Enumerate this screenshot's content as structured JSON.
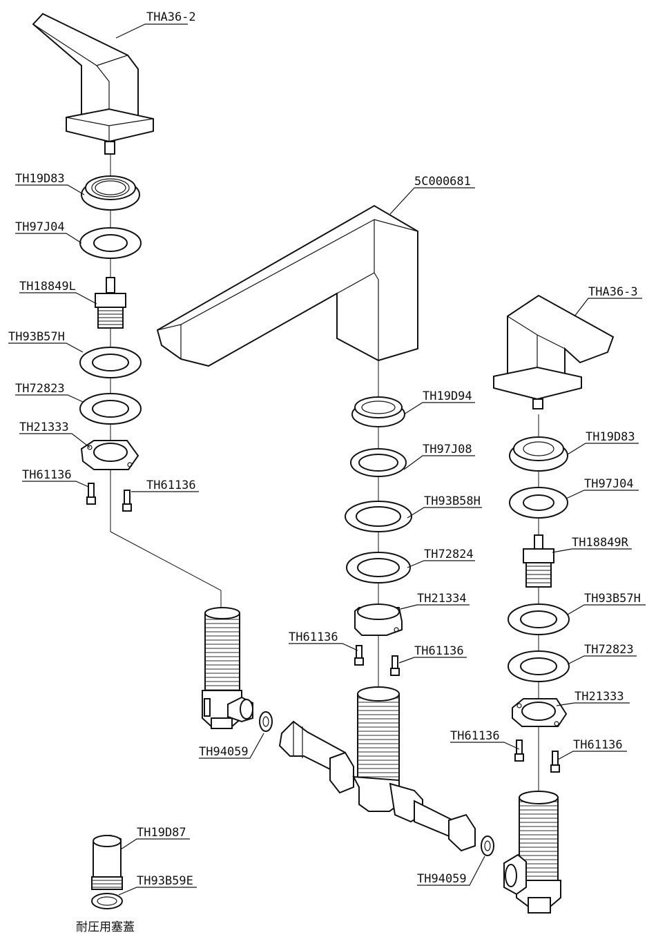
{
  "diagram": {
    "parts": [
      {
        "id": "THA36-2",
        "label": "THA36-2"
      },
      {
        "id": "TH19D83-L",
        "label": "TH19D83"
      },
      {
        "id": "TH97J04-L",
        "label": "TH97J04"
      },
      {
        "id": "TH18849L",
        "label": "TH18849L"
      },
      {
        "id": "TH93B57H-L",
        "label": "TH93B57H"
      },
      {
        "id": "TH72823-L",
        "label": "TH72823"
      },
      {
        "id": "TH21333-L",
        "label": "TH21333"
      },
      {
        "id": "TH61136-L1",
        "label": "TH61136"
      },
      {
        "id": "TH61136-L2",
        "label": "TH61136"
      },
      {
        "id": "5C000681",
        "label": "5C000681"
      },
      {
        "id": "TH19D94",
        "label": "TH19D94"
      },
      {
        "id": "TH97J08",
        "label": "TH97J08"
      },
      {
        "id": "TH93B58H",
        "label": "TH93B58H"
      },
      {
        "id": "TH72824",
        "label": "TH72824"
      },
      {
        "id": "TH21334",
        "label": "TH21334"
      },
      {
        "id": "TH61136-C1",
        "label": "TH61136"
      },
      {
        "id": "TH61136-C2",
        "label": "TH61136"
      },
      {
        "id": "THA36-3",
        "label": "THA36-3"
      },
      {
        "id": "TH19D83-R",
        "label": "TH19D83"
      },
      {
        "id": "TH97J04-R",
        "label": "TH97J04"
      },
      {
        "id": "TH18849R",
        "label": "TH18849R"
      },
      {
        "id": "TH93B57H-R",
        "label": "TH93B57H"
      },
      {
        "id": "TH72823-R",
        "label": "TH72823"
      },
      {
        "id": "TH21333-R",
        "label": "TH21333"
      },
      {
        "id": "TH61136-R1",
        "label": "TH61136"
      },
      {
        "id": "TH61136-R2",
        "label": "TH61136"
      },
      {
        "id": "TH94059-L",
        "label": "TH94059"
      },
      {
        "id": "TH94059-R",
        "label": "TH94059"
      },
      {
        "id": "TH19D87",
        "label": "TH19D87"
      },
      {
        "id": "TH93B59E",
        "label": "TH93B59E"
      }
    ],
    "caption": "耐圧用塞蓋"
  }
}
